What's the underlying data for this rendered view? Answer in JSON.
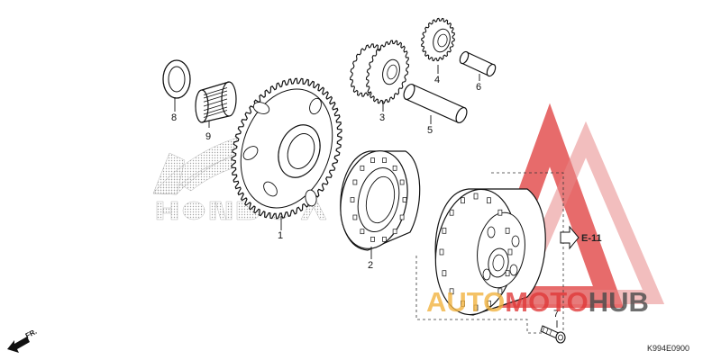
{
  "diagram_code": "K994E0900",
  "ref_link": "E-11",
  "front_marker": "FR.",
  "watermark": {
    "part1": "AUTO",
    "part2": "MOTO",
    "part3": "HUB",
    "color_red": "#e03a3a",
    "color_orange": "#f2b441",
    "color_dark": "#4a4a4a"
  },
  "callouts": [
    {
      "id": "1",
      "label": "1"
    },
    {
      "id": "2",
      "label": "2"
    },
    {
      "id": "3",
      "label": "3"
    },
    {
      "id": "4",
      "label": "4"
    },
    {
      "id": "5",
      "label": "5"
    },
    {
      "id": "6",
      "label": "6"
    },
    {
      "id": "7",
      "label": "7"
    },
    {
      "id": "8",
      "label": "8"
    },
    {
      "id": "9",
      "label": "9"
    }
  ]
}
